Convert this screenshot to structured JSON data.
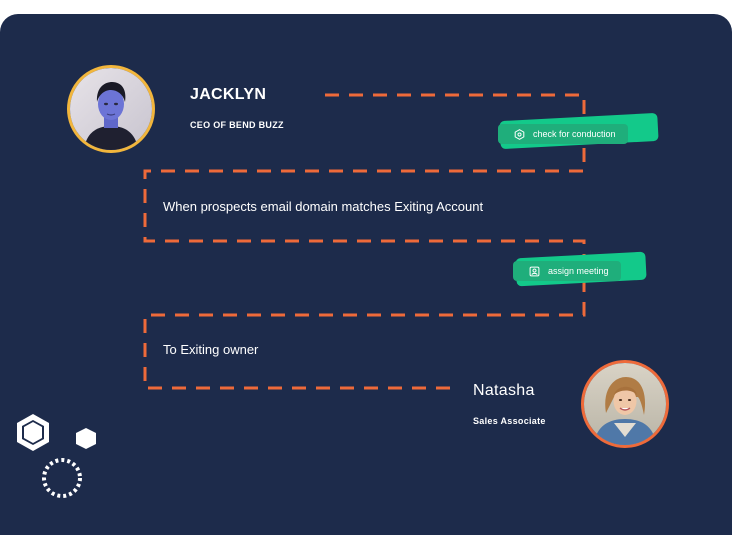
{
  "people": {
    "jacklyn": {
      "name": "JACKLYN",
      "title": "CEO OF BEND BUZZ"
    },
    "natasha": {
      "name": "Natasha",
      "title": "Sales Associate"
    }
  },
  "steps": [
    {
      "text": "When prospects email domain matches Exiting Account"
    },
    {
      "text": "To Exiting owner"
    }
  ],
  "tags": [
    {
      "label": "check for conduction",
      "icon": "settings-hexagon-icon"
    },
    {
      "label": "assign meeting",
      "icon": "user-card-icon"
    }
  ],
  "colors": {
    "background": "#1d2b4b",
    "dashes": "#ee6a3a",
    "tag": "#1fae7b",
    "jacklyn_ring": "#f2b63c",
    "natasha_ring": "#ee6a3a"
  }
}
